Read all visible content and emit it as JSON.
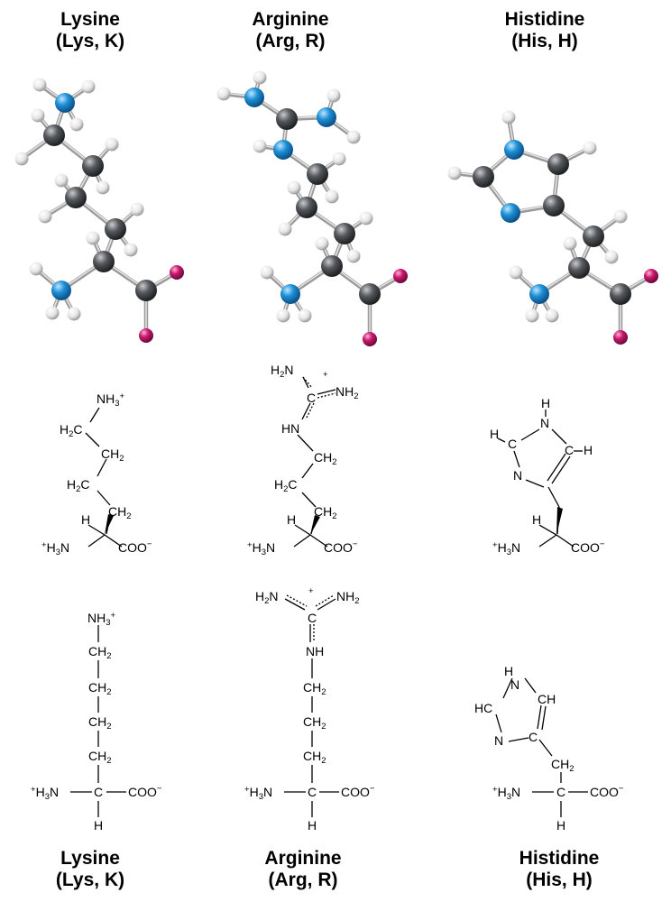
{
  "columns": [
    {
      "name": "Lysine",
      "abbr": "(Lys, K)"
    },
    {
      "name": "Arginine",
      "abbr": "(Arg, R)"
    },
    {
      "name": "Histidine",
      "abbr": "(His, H)"
    }
  ],
  "colors": {
    "carbon": "#3a3d40",
    "nitrogen": "#1e90d6",
    "oxygen": "#c8196e",
    "hydrogen": "#e8e8e8",
    "bond": "#9a9a9a"
  },
  "chem": {
    "plus": "+",
    "lys": {
      "ammonium": "NH3+",
      "h2c": "H2C",
      "ch2": "CH2",
      "h": "H",
      "h3n": "+H3N",
      "coo": "COO−",
      "c": "C"
    },
    "arg": {
      "h2n": "H2N",
      "nh2": "NH2",
      "c": "C",
      "hn": "HN",
      "nh": "NH",
      "ch2": "CH2",
      "h2c": "H2C",
      "h": "H",
      "h3n": "+H3N",
      "coo": "COO−"
    },
    "his": {
      "h": "H",
      "n": "N",
      "c": "C",
      "ch": "CH",
      "hc": "HC",
      "ch2": "CH2",
      "h3n": "+H3N",
      "coo": "COO−"
    }
  }
}
